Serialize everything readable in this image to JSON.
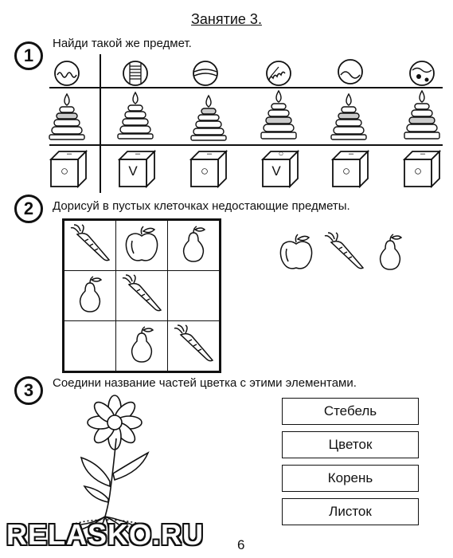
{
  "page_title": "Занятие 3.",
  "tasks": [
    {
      "number": "1",
      "instruction": "Найди такой же предмет."
    },
    {
      "number": "2",
      "instruction": "Дорисуй в пустых клеточках недостающие предметы."
    },
    {
      "number": "3",
      "instruction": "Соедини название частей цветка с этими элементами."
    }
  ],
  "task1": {
    "cube_marks": [
      "○",
      "V",
      "○",
      "V",
      "○",
      "○"
    ],
    "cube_top_marks": [
      "–",
      "–",
      "–",
      "○",
      "–",
      "–"
    ]
  },
  "task2": {
    "grid": [
      [
        "carrot",
        "apple",
        "pear"
      ],
      [
        "pear",
        "carrot",
        ""
      ],
      [
        "",
        "pear",
        "carrot"
      ]
    ],
    "sample_items": [
      "apple",
      "carrot",
      "pear"
    ]
  },
  "task3": {
    "labels": [
      "Стебель",
      "Цветок",
      "Корень",
      "Листок"
    ]
  },
  "watermark": "RELASKO.RU",
  "page_number": "6"
}
